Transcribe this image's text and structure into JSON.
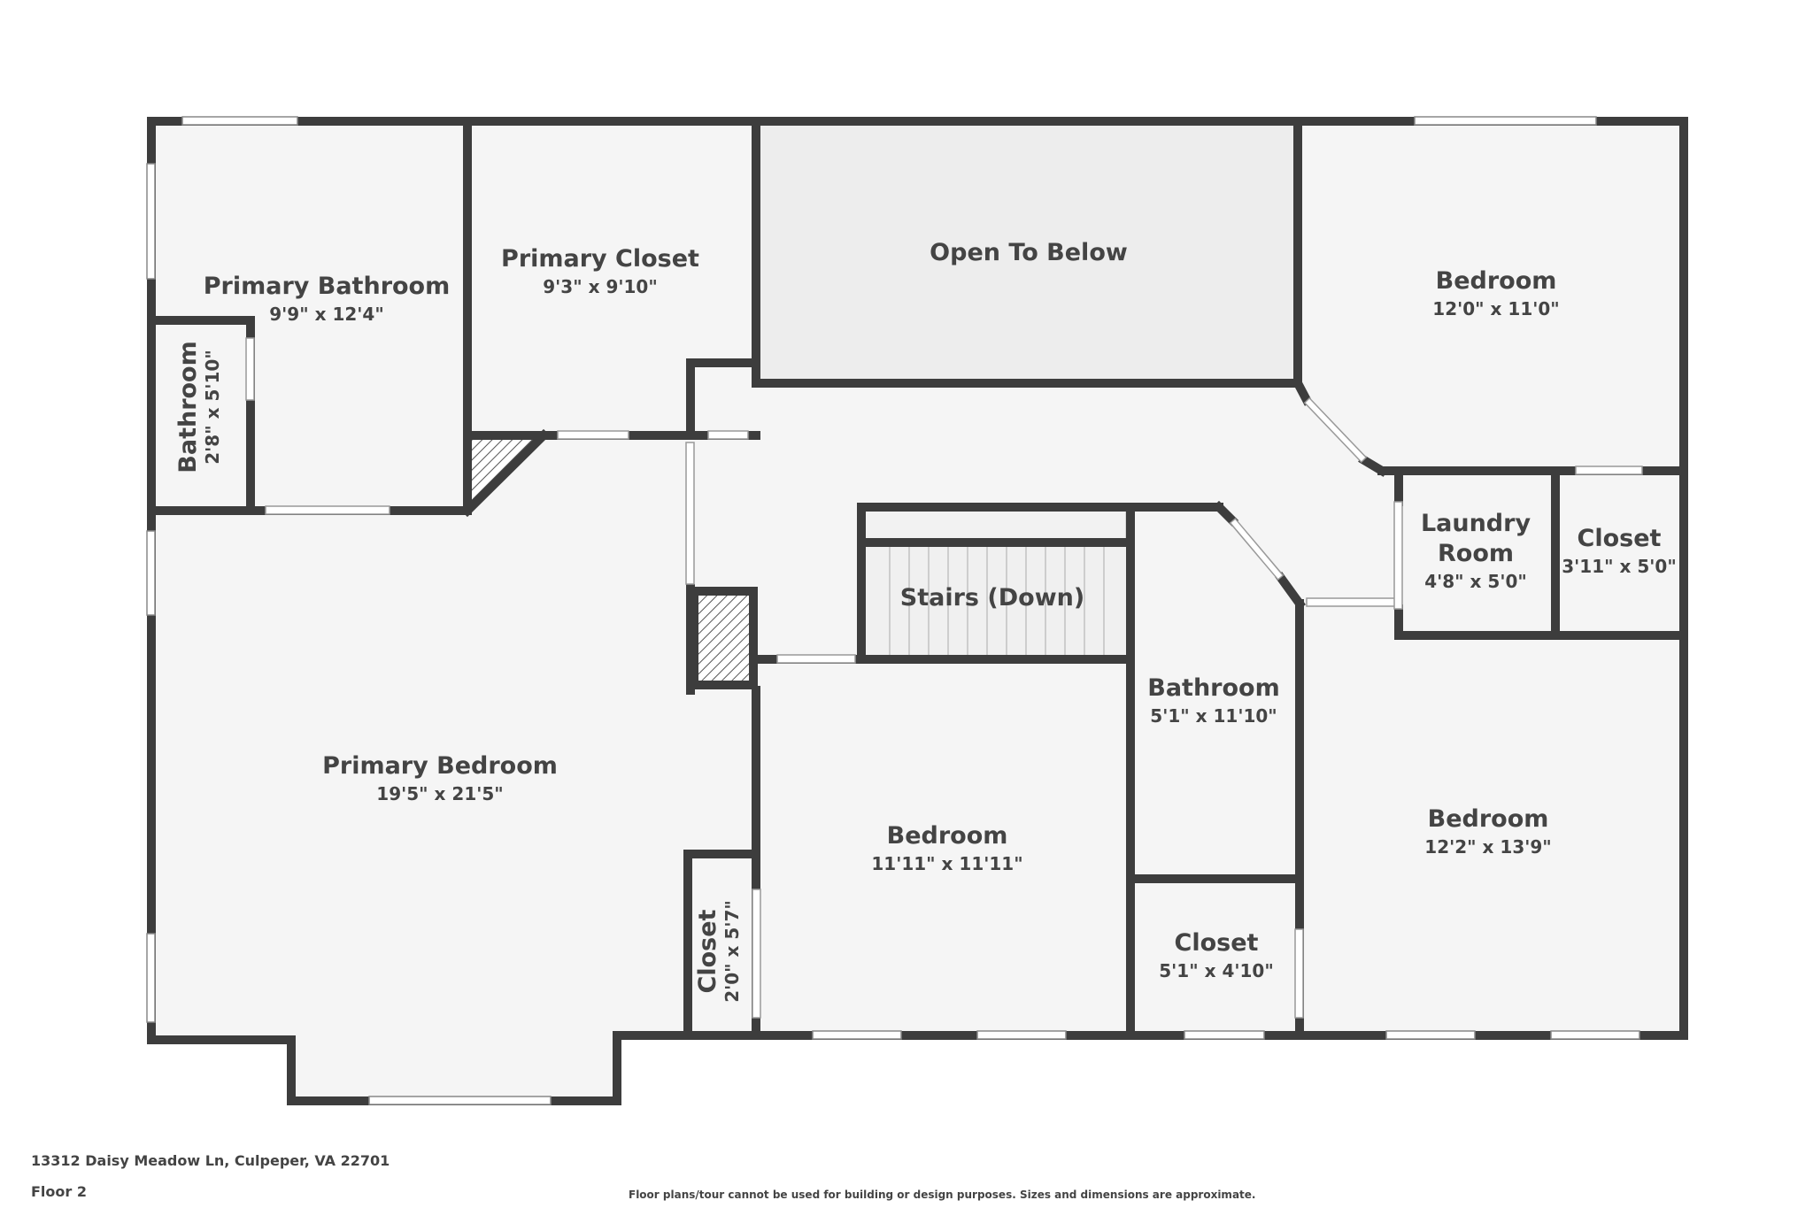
{
  "floorplan": {
    "rooms": [
      {
        "name": "Primary Bathroom",
        "dims": "9'9\" x 12'4\""
      },
      {
        "name": "Primary Closet",
        "dims": "9'3\" x 9'10\""
      },
      {
        "name": "Open To Below",
        "dims": ""
      },
      {
        "name": "Bedroom",
        "dims": "12'0\" x 11'0\""
      },
      {
        "name": "Bathroom",
        "dims": "2'8\" x 5'10\""
      },
      {
        "name": "Laundry Room",
        "dims": "4'8\" x 5'0\""
      },
      {
        "name": "Closet",
        "dims": "3'11\" x 5'0\""
      },
      {
        "name": "Stairs (Down)",
        "dims": ""
      },
      {
        "name": "Bathroom",
        "dims": "5'1\" x 11'10\""
      },
      {
        "name": "Primary Bedroom",
        "dims": "19'5\" x 21'5\""
      },
      {
        "name": "Bedroom",
        "dims": "11'11\" x 11'11\""
      },
      {
        "name": "Bedroom",
        "dims": "12'2\" x 13'9\""
      },
      {
        "name": "Closet",
        "dims": "5'1\" x 4'10\""
      },
      {
        "name": "Closet",
        "dims": "2'0\" x 5'7\""
      }
    ],
    "laundry_line1": "Laundry",
    "laundry_line2": "Room"
  },
  "footer": {
    "address": "13312 Daisy Meadow Ln, Culpeper, VA 22701",
    "floor": "Floor 2",
    "disclaimer": "Floor plans/tour cannot be used for building or design purposes. Sizes and dimensions are approximate."
  },
  "colors": {
    "wall": "#3d3d3d",
    "floor": "#f5f5f5",
    "open_to_below": "#ededed",
    "text": "#444444"
  }
}
